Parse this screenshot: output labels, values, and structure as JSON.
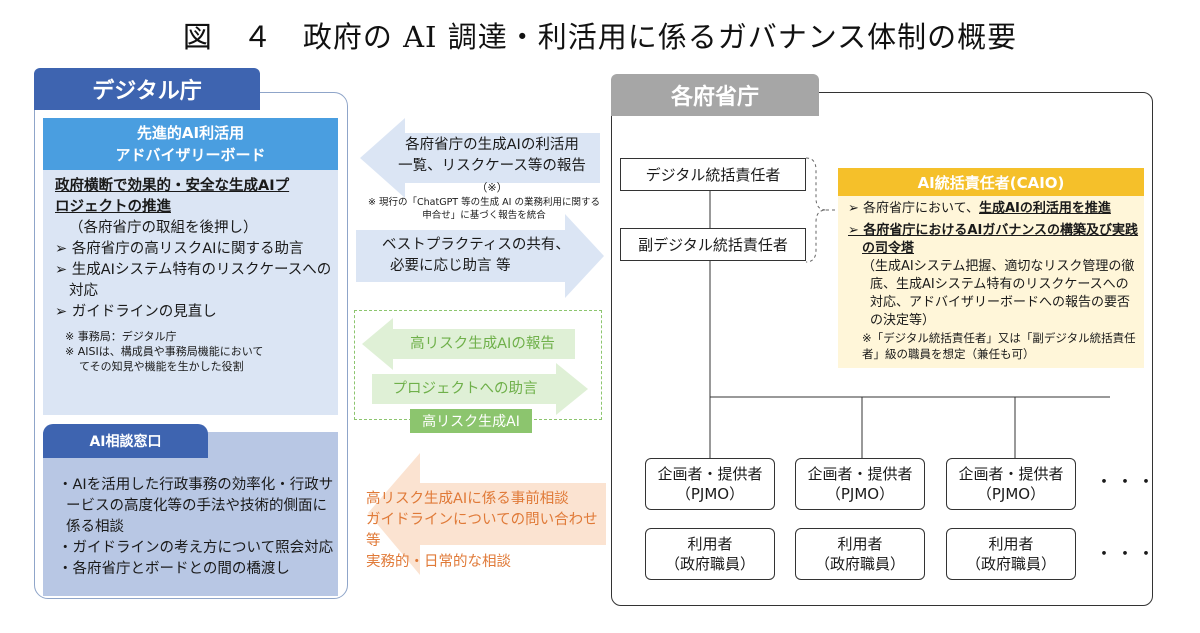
{
  "title": "図　４　政府の AI 調達・利活用に係るガバナンス体制の概要",
  "digital_agency": {
    "header": "デジタル庁",
    "board": {
      "title_line1": "先進的AI利活用",
      "title_line2": "アドバイザリーボード",
      "promo_line1": "政府横断で効果的・安全な生成AIプ",
      "promo_line2": "ロジェクトの推進",
      "promo_sub": "（各府省庁の取組を後押し）",
      "bullets": [
        "➢ 各府省庁の高リスクAIに関する助言",
        "➢ 生成AIシステム特有のリスクケースへの対応",
        "➢ ガイドラインの見直し"
      ],
      "notes": [
        "※ 事務局：デジタル庁",
        "※ AISIは、構成員や事務局機能において",
        "てその知見や機能を生かした役割"
      ]
    },
    "consult": {
      "header": "AI相談窓口",
      "items": [
        "・AIを活用した行政事務の効率化・行政サービスの高度化等の手法や技術的側面に係る相談",
        "・ガイドラインの考え方について照会対応",
        "・各府省庁とボードとの間の橋渡し"
      ]
    }
  },
  "arrows": {
    "report": {
      "line1": "各府省庁の生成AIの利活用",
      "line2": "一覧、リスクケース等の報告",
      "mark": "（※）"
    },
    "report_note": "※ 現行の「ChatGPT 等の生成 AI の業務利用に関する申合せ」に基づく報告を統合",
    "best_practice": {
      "line1": "ベストプラクティスの共有、",
      "line2": "必要に応じ助言 等"
    },
    "high_risk_report": "高リスク生成AIの報告",
    "project_advice": "プロジェクトへの助言",
    "high_risk_tag": "高リスク生成AI",
    "consultation": {
      "line1": "高リスク生成AIに係る事前相談",
      "line2": "ガイドラインについての問い合わせ等",
      "line3": "実務的・日常的な相談"
    }
  },
  "ministries": {
    "header": "各府省庁",
    "digital_lead": "デジタル統括責任者",
    "deputy_lead": "副デジタル統括責任者",
    "caio": {
      "header": "AI統括責任者(CAIO)",
      "item1_prefix": "➢ 各府省庁において、",
      "item1_bold": "生成AIの利活用を推進",
      "item2_bold": "➢ 各府省庁におけるAIガバナンスの構築及び実践の司令塔",
      "item2_detail": "（生成AIシステム把握、適切なリスク管理の徹底、生成AIシステム特有のリスクケースへの対応、アドバイザリーボードへの報告の要否の決定等）",
      "note": "※「デジタル統括責任者」又は「副デジタル統括責任者」級の職員を想定（兼任も可）"
    },
    "planner": {
      "line1": "企画者・提供者",
      "line2": "（PJMO）"
    },
    "user": {
      "line1": "利用者",
      "line2": "（政府職員）"
    },
    "ellipsis": "・・・"
  },
  "colors": {
    "agency_blue": "#3e64b0",
    "board_blue": "#4a9ee0",
    "arrow_blue": "#dbe5f4",
    "arrow_green": "#dff0d6",
    "arrow_orange": "#fbe3d1",
    "caio_yellow": "#f5c02a"
  }
}
